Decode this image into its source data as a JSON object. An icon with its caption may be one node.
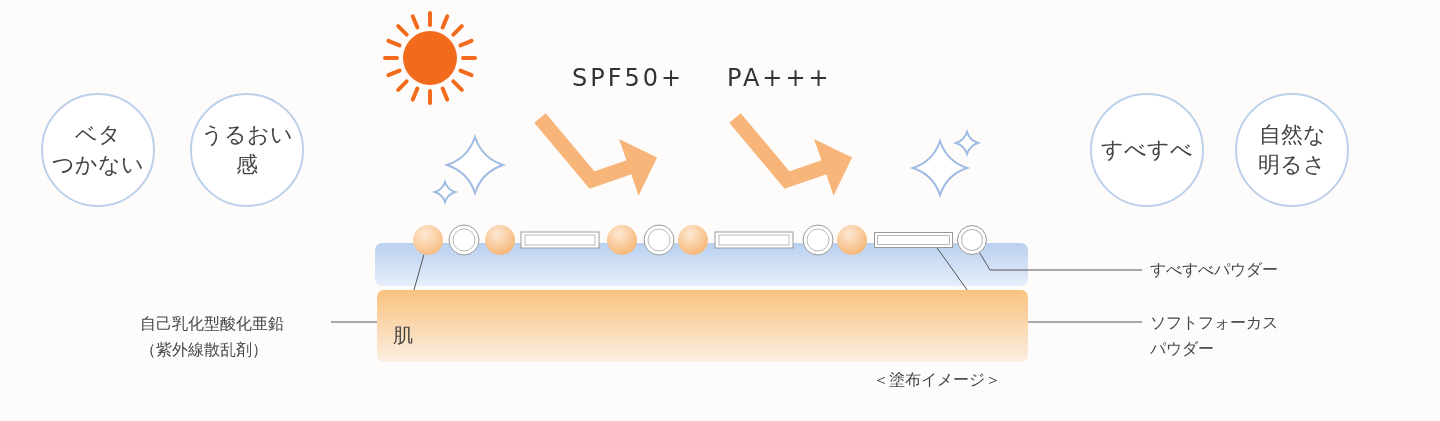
{
  "diagram": {
    "nodes": [
      {
        "text": [
          "ベタつかない"
        ]
      },
      {
        "text": [
          "うるおい感"
        ]
      },
      {
        "text": [
          "すべすべ"
        ]
      },
      {
        "text": [
          "自然な明るさ"
        ]
      },
      {
        "text": [],
        "shape": "circle"
      },
      {
        "text": [],
        "shape": "box"
      },
      {
        "text": [],
        "shape": "circle"
      },
      {
        "text": [
          "すべすべパウダー"
        ]
      },
      {
        "text": [
          "自己乳化型酸化亜鉛（紫外線散乱剤）"
        ]
      },
      {
        "text": [
          "肌"
        ]
      },
      {
        "text": [
          "ソフトフォーカスパウダー"
        ]
      }
    ],
    "edges": [
      {
        "from": 8,
        "to": 4,
        "arrow": "none"
      },
      {
        "from": 7,
        "to": 6,
        "arrow": "none"
      },
      {
        "from": 10,
        "to": 5,
        "arrow": "none"
      }
    ],
    "labels": [
      "SPF50+",
      "PA+++",
      "＜塗布イメージ＞"
    ]
  }
}
